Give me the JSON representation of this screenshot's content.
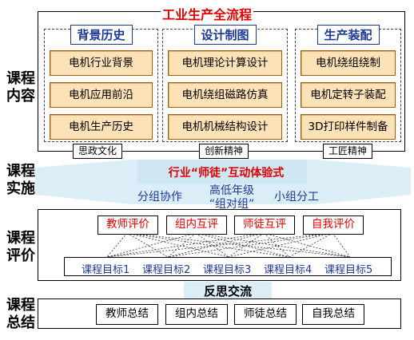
{
  "side_labels": [
    {
      "text": "课程\n内容"
    },
    {
      "text": "课程\n实施"
    },
    {
      "text": "课程\n评价"
    },
    {
      "text": "课程\n总结"
    }
  ],
  "main_title": "工业生产全流程",
  "columns": [
    {
      "title": "背景历史",
      "items": [
        "电机行业背景",
        "电机应用前沿",
        "电机生产历史"
      ]
    },
    {
      "title": "设计制图",
      "items": [
        "电机理论计算设计",
        "电机绕组磁路仿真",
        "电机机械结构设计"
      ]
    },
    {
      "title": "生产装配",
      "items": [
        "电机绕组绕制",
        "电机定转子装配",
        "3D打印样件制备"
      ]
    }
  ],
  "tags": [
    "思政文化",
    "创新精神",
    "工匠精神"
  ],
  "implementation": {
    "headline": "行业“师徒”互动体验式",
    "left": "分组协作",
    "center_line1": "高低年级",
    "center_line2": "“组对组”",
    "right": "小组分工"
  },
  "evaluation": {
    "methods": [
      "教师评价",
      "组内互评",
      "师徒互评",
      "自我评价"
    ],
    "goals": [
      "课程目标1",
      "课程目标2",
      "课程目标3",
      "课程目标4",
      "课程目标5"
    ]
  },
  "reflection": "反思交流",
  "summary": [
    "教师总结",
    "组内总结",
    "师徒总结",
    "自我总结"
  ],
  "colors": {
    "accent_red": "#e00000",
    "accent_blue": "#1f3a93",
    "item_fill": "#fde2b8",
    "band_blue": "#dbeef8"
  }
}
